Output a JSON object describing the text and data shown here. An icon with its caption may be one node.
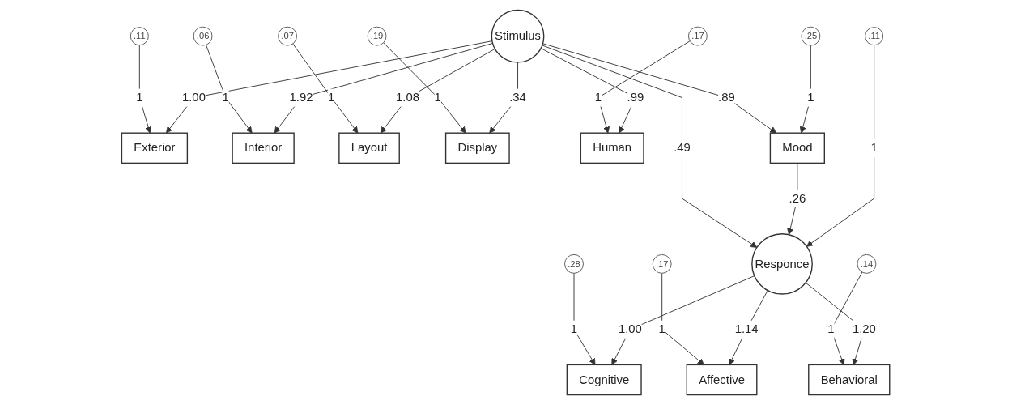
{
  "diagram": {
    "nodes": [
      {
        "text": [
          ".11"
        ]
      },
      {
        "text": [
          ".06"
        ]
      },
      {
        "text": [
          ".07"
        ]
      },
      {
        "text": [
          ".19"
        ]
      },
      {
        "text": [
          ".17"
        ]
      },
      {
        "text": [
          "Exterior"
        ]
      },
      {
        "text": [
          "Interior"
        ]
      },
      {
        "text": [
          "Layout"
        ]
      },
      {
        "text": [
          "Display"
        ]
      },
      {
        "text": [
          "Human"
        ]
      },
      {
        "text": [
          ".28"
        ]
      },
      {
        "text": [
          ".17"
        ]
      },
      {
        "text": [
          ".14"
        ]
      },
      {
        "text": [
          "Cognitive"
        ]
      },
      {
        "text": [
          "Affective"
        ]
      },
      {
        "text": [
          "Behavioral"
        ]
      },
      {
        "text": [
          "Stimulus"
        ]
      },
      {
        "text": [
          "Responce"
        ]
      },
      {
        "text": [
          ".11"
        ]
      },
      {
        "text": [
          "Mood"
        ]
      },
      {
        "text": [
          ".25"
        ]
      }
    ],
    "edges": [
      {
        "from": 0,
        "to": 5,
        "arrow": "to",
        "label": "1"
      },
      {
        "from": 1,
        "to": 6,
        "arrow": "to",
        "label": "1"
      },
      {
        "from": 2,
        "to": 7,
        "arrow": "to",
        "label": "1"
      },
      {
        "from": 3,
        "to": 8,
        "arrow": "to",
        "label": "1"
      },
      {
        "from": 4,
        "to": 9,
        "arrow": "to",
        "label": "1"
      },
      {
        "from": 10,
        "to": 13,
        "arrow": "to",
        "label": "1"
      },
      {
        "from": 11,
        "to": 14,
        "arrow": "to",
        "label": "1"
      },
      {
        "from": 12,
        "to": 15,
        "arrow": "to",
        "label": "1"
      },
      {
        "from": 16,
        "to": 5,
        "arrow": "to",
        "label": "1.00"
      },
      {
        "from": 16,
        "to": 6,
        "arrow": "to",
        "label": "1.92"
      },
      {
        "from": 16,
        "to": 7,
        "arrow": "to",
        "label": "1.08"
      },
      {
        "from": 16,
        "to": 8,
        "arrow": "to",
        "label": ".34"
      },
      {
        "from": 16,
        "to": 9,
        "arrow": "to",
        "label": ".99"
      },
      {
        "from": 17,
        "to": 13,
        "arrow": "to",
        "label": "1.00"
      },
      {
        "from": 17,
        "to": 14,
        "arrow": "to",
        "label": "1.14"
      },
      {
        "from": 17,
        "to": 15,
        "arrow": "to",
        "label": "1.20"
      },
      {
        "from": 16,
        "to": 19,
        "arrow": "to",
        "label": ".89"
      },
      {
        "from": 16,
        "to": 17,
        "arrow": "to",
        "label": ".49"
      },
      {
        "from": 19,
        "to": 17,
        "arrow": "to",
        "label": ".26"
      },
      {
        "from": 18,
        "to": 17,
        "arrow": "to",
        "label": "1"
      },
      {
        "from": 20,
        "to": 19,
        "arrow": "to",
        "label": "1"
      }
    ]
  }
}
